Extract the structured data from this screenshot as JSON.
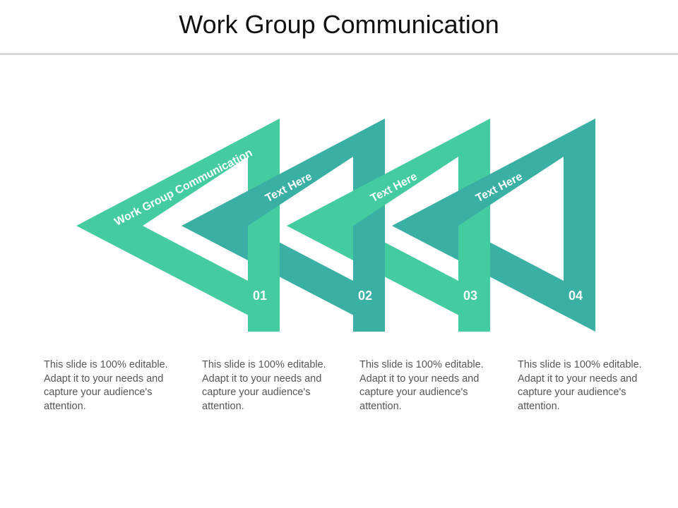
{
  "title": "Work Group Communication",
  "colors": {
    "light": "#44CCA0",
    "dark": "#3AAFA3"
  },
  "triangles": [
    {
      "label": "Work Group Communication",
      "number": "01"
    },
    {
      "label": "Text Here",
      "number": "02"
    },
    {
      "label": "Text Here",
      "number": "03"
    },
    {
      "label": "Text Here",
      "number": "04"
    }
  ],
  "descriptions": [
    "This slide is 100% editable. Adapt it to your needs and capture your audience's attention.",
    "This slide is 100% editable. Adapt it to your needs and capture your audience's attention.",
    "This slide is 100% editable. Adapt it to your needs and capture your audience's attention.",
    "This slide is 100% editable. Adapt it to your needs and capture your audience's attention."
  ]
}
